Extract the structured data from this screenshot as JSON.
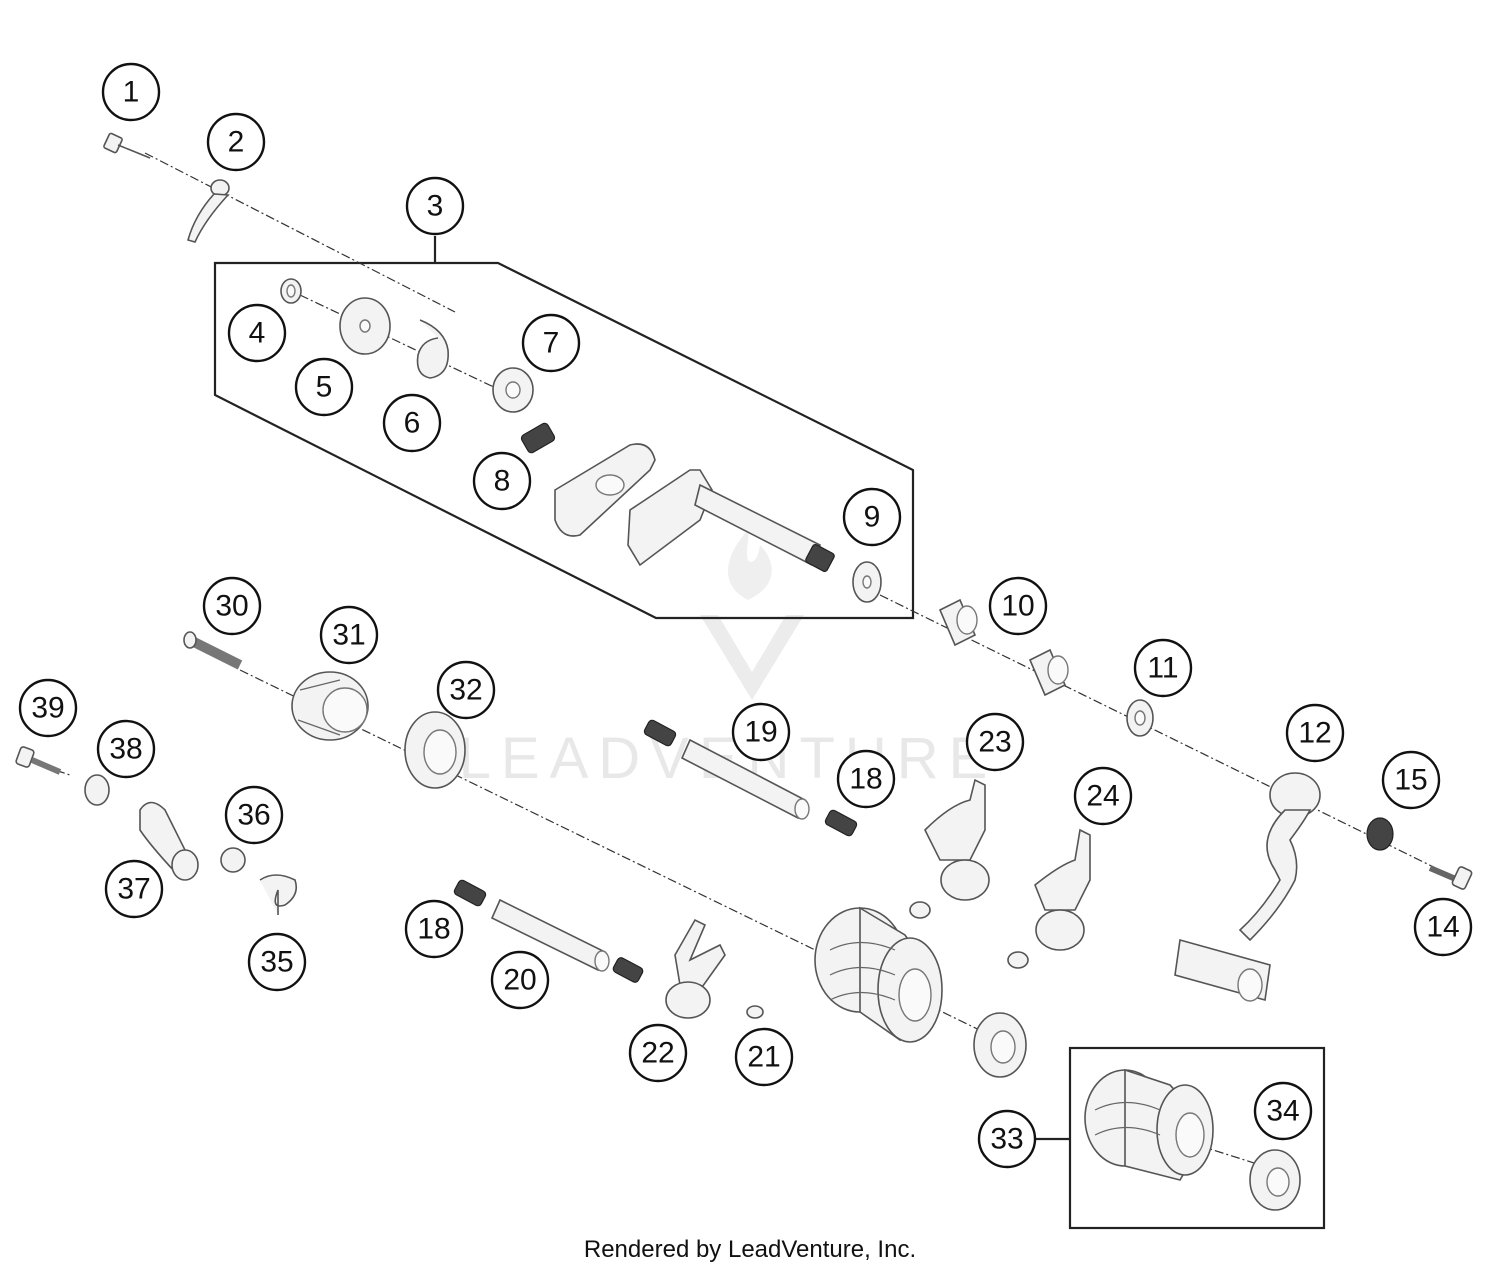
{
  "callouts": [
    {
      "label": "1"
    },
    {
      "label": "2"
    },
    {
      "label": "3"
    },
    {
      "label": "4"
    },
    {
      "label": "5"
    },
    {
      "label": "6"
    },
    {
      "label": "7"
    },
    {
      "label": "8"
    },
    {
      "label": "9"
    },
    {
      "label": "10"
    },
    {
      "label": "11"
    },
    {
      "label": "12"
    },
    {
      "label": "15"
    },
    {
      "label": "14"
    },
    {
      "label": "30"
    },
    {
      "label": "31"
    },
    {
      "label": "32"
    },
    {
      "label": "39"
    },
    {
      "label": "38"
    },
    {
      "label": "36"
    },
    {
      "label": "37"
    },
    {
      "label": "35"
    },
    {
      "label": "19"
    },
    {
      "label": "18"
    },
    {
      "label": "23"
    },
    {
      "label": "24"
    },
    {
      "label": "18"
    },
    {
      "label": "20"
    },
    {
      "label": "22"
    },
    {
      "label": "21"
    },
    {
      "label": "33"
    },
    {
      "label": "34"
    }
  ],
  "watermark": {
    "text": "LEADVENTURE"
  },
  "footer": {
    "text": "Rendered by LeadVenture, Inc."
  }
}
